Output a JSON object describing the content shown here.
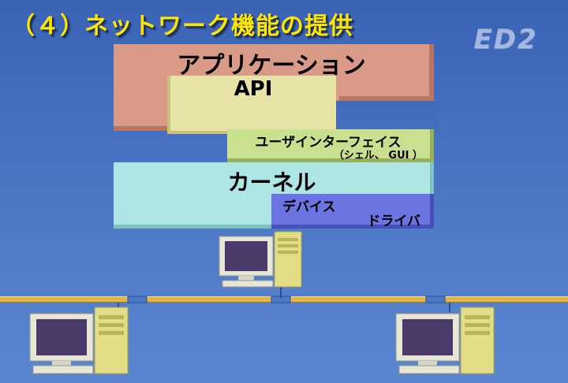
{
  "slide": {
    "title": "（４）ネットワーク機能の提供",
    "logo": "ED2"
  },
  "layers": {
    "application": "アプリケーション",
    "api": "API",
    "user_interface": "ユーザインターフェイス",
    "user_interface_sub": "（シェル、 GUI ）",
    "kernel": "カーネル",
    "device_driver_line1": "デバイス",
    "device_driver_line2": "ドライバ"
  },
  "icons": [
    "computer-icon",
    "computer-icon",
    "computer-icon"
  ],
  "colors": {
    "background": "#4a75c3",
    "title": "#ffe600",
    "application": "#d99a87",
    "api": "#e8e4a8",
    "user_interface": "#c9e08f",
    "kernel": "#aee6e6",
    "device_driver": "#6c73e3",
    "network_cable": "#e0b44a"
  }
}
